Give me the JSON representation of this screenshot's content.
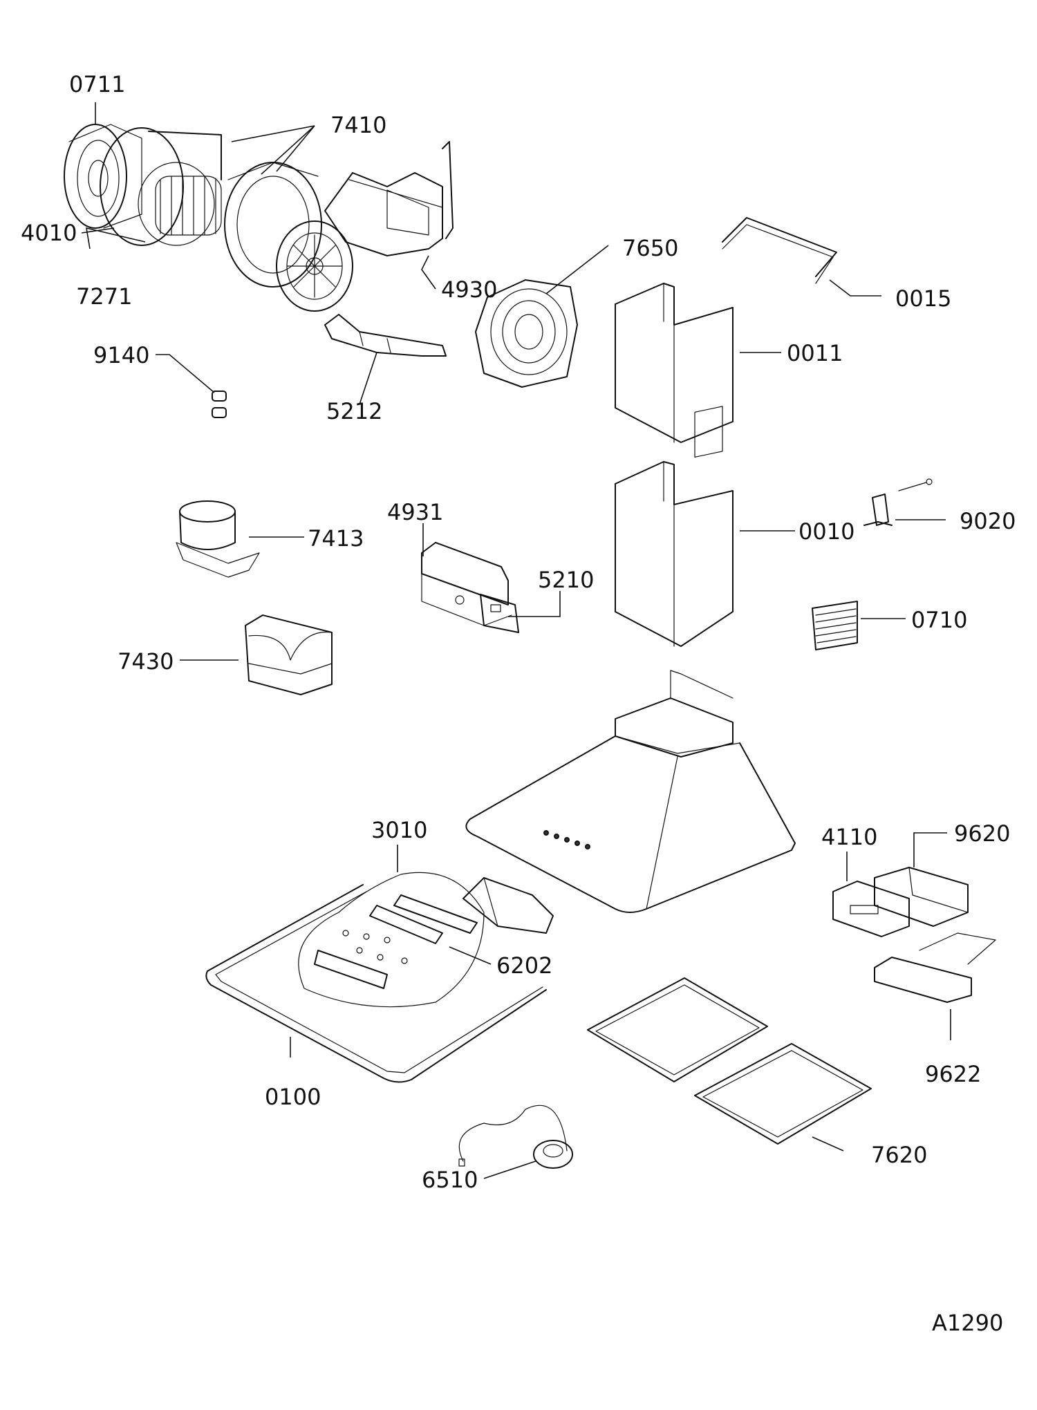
{
  "diagram": {
    "reference": "A1290",
    "labels": {
      "p0711": "0711",
      "p7410": "7410",
      "p4010": "4010",
      "p7271": "7271",
      "p4930": "4930",
      "p7650": "7650",
      "p0015": "0015",
      "p9140": "9140",
      "p5212": "5212",
      "p0011": "0011",
      "p4931": "4931",
      "p7413": "7413",
      "p5210": "5210",
      "p0010": "0010",
      "p9020": "9020",
      "p0710": "0710",
      "p7430": "7430",
      "p3010": "3010",
      "p4110": "4110",
      "p9620": "9620",
      "p6202": "6202",
      "p0100": "0100",
      "p9622": "9622",
      "p7620": "7620",
      "p6510": "6510"
    }
  }
}
